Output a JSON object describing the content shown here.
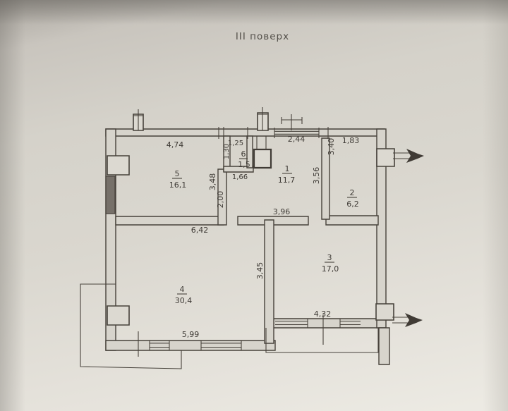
{
  "photo": {
    "caption": "ІІІ поверх"
  },
  "floor_plan": {
    "rooms": [
      {
        "number": "1",
        "area": "11,7"
      },
      {
        "number": "2",
        "area": "6,2"
      },
      {
        "number": "3",
        "area": "17,0"
      },
      {
        "number": "4",
        "area": "30,4"
      },
      {
        "number": "5",
        "area": "16,1"
      },
      {
        "number": "6",
        "area": "1,5"
      }
    ],
    "dimensions": {
      "room5_width": "4,74",
      "room6_width": "1,25",
      "room6_depth": "1,30",
      "entry_window_width": "2,44",
      "room2_width": "1,83",
      "room2_depth": "3,40",
      "hall_passage_width": "1,66",
      "room1_depth": "3,56",
      "room5_depth": "3,48",
      "hall_depth": "2,00",
      "room1_width": "3,96",
      "room4_width": "6,42",
      "room3_depth": "3,45",
      "room3_window_width": "4,32",
      "room4_window_width": "5,99"
    },
    "colors": {
      "paper": "#d7d4cc",
      "line": "#46423b",
      "text": "#3e3a35"
    }
  }
}
